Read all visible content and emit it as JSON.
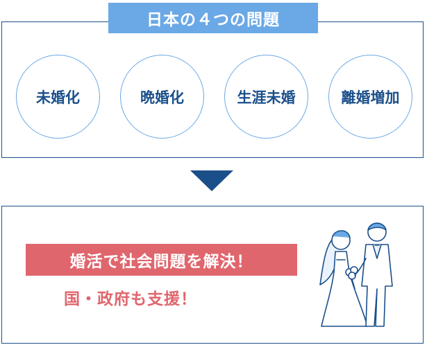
{
  "header": {
    "title": "日本の４つの問題"
  },
  "problems": [
    {
      "label": "未婚化"
    },
    {
      "label": "晩婚化"
    },
    {
      "label": "生涯未婚"
    },
    {
      "label": "離婚増加"
    }
  ],
  "solution": {
    "headline": "婚活で社会問題を解決！",
    "support": "国・政府も支援！"
  },
  "colors": {
    "navy": "#1a4f8a",
    "light_blue": "#6aa8e6",
    "coral": "#e0666d"
  },
  "illustration": {
    "icon": "wedding-couple-icon"
  }
}
